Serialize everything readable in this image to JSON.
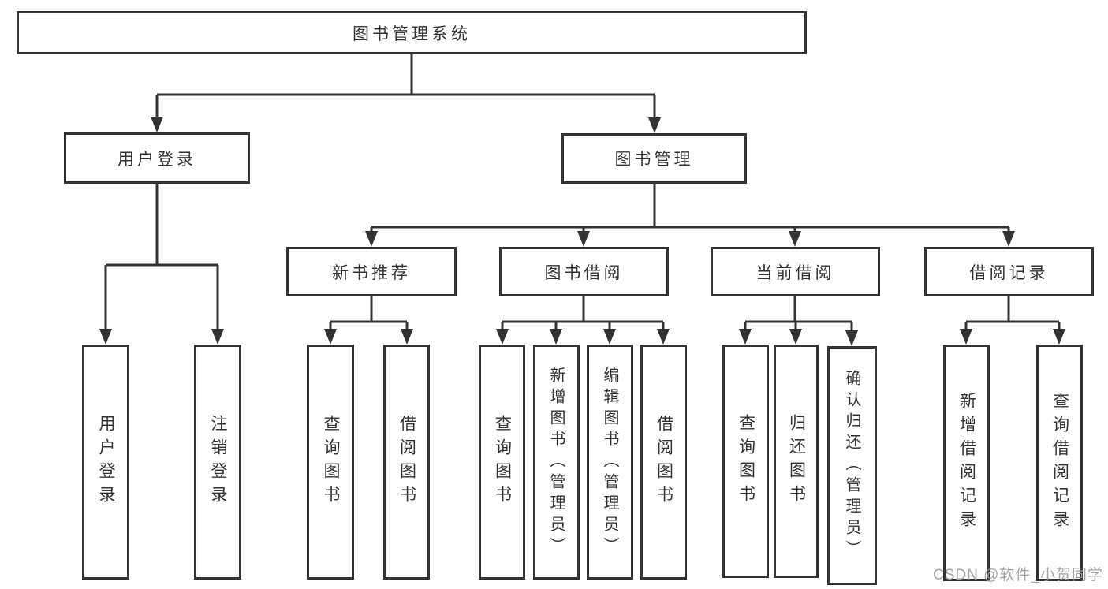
{
  "colors": {
    "line": "#333333",
    "text": "#333333",
    "background": "#ffffff",
    "watermark_color": "#9d9d9d"
  },
  "watermark": "CSDN @软件_小贺同学",
  "nodes": {
    "root": "图书管理系统",
    "level2": {
      "user_login": "用户登录",
      "book_management": "图书管理"
    },
    "level3": {
      "new_book_recommend": "新书推荐",
      "book_borrow": "图书借阅",
      "current_borrow": "当前借阅",
      "borrow_records": "借阅记录"
    },
    "leaves": {
      "login": [
        "用户登录",
        "注销登录"
      ],
      "new_book_recommend": [
        "查询图书",
        "借阅图书"
      ],
      "book_borrow": [
        "查询图书",
        "新增图书（管理员）",
        "编辑图书（管理员）",
        "借阅图书"
      ],
      "current_borrow": [
        "查询图书",
        "归还图书",
        "确认归还（管理员）"
      ],
      "borrow_records": [
        "新增借阅记录",
        "查询借阅记录"
      ]
    }
  }
}
